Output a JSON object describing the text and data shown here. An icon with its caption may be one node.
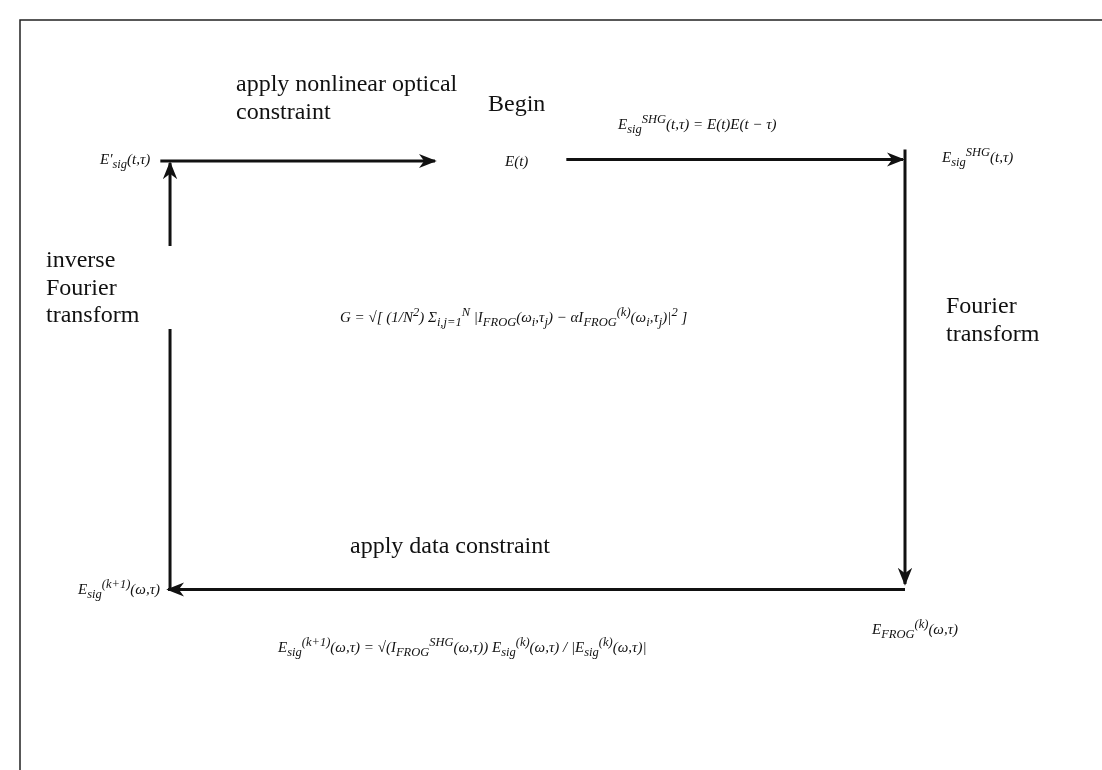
{
  "diagram": {
    "nodes": [
      {
        "text": [
          "E′$_{sig}$(t,τ)"
        ]
      },
      {
        "text": [
          "E(t)"
        ],
        "beside": [
          "Begin"
        ]
      },
      {
        "text": [
          "E$_{sig}$$^{SHG}$(t,τ)"
        ]
      },
      {
        "text": [
          "E$_{FROG}$$^{(k)}$(ω,τ)"
        ]
      },
      {
        "text": [
          "E$_{sig}$$^{(k+1)}$(ω,τ)"
        ]
      }
    ],
    "edges": [
      {
        "from": 1,
        "to": 2,
        "arrow": "to",
        "label": "E$_{sig}$$^{SHG}$(t,τ) = E(t)E(t − τ)"
      },
      {
        "from": 2,
        "to": 3,
        "arrow": "to",
        "label": "Fourier transform"
      },
      {
        "from": 3,
        "to": 4,
        "arrow": "to",
        "label": "apply data constraint"
      },
      {
        "from": 4,
        "to": 0,
        "arrow": "to",
        "label": "inverse Fourier transform"
      },
      {
        "from": 0,
        "to": 1,
        "arrow": "to",
        "label": "apply nonlinear optical constraint"
      }
    ],
    "labels": [
      "G = √[ (1/N$^{2}$) Σ$_{i,j=1}$$^{N}$ |I$_{FROG}$(ω$_{i}$,τ$_{j}$) − αI$_{FROG}$$^{(k)}$(ω$_{i}$,τ$_{j}$)|$^{2}$ ]",
      "E$_{sig}$$^{(k+1)}$(ω,τ) = √(I$_{FROG}$$^{SHG}$(ω,τ)) E$_{sig}$$^{(k)}$(ω,τ) / |E$_{sig}$$^{(k)}$(ω,τ)|"
    ]
  }
}
